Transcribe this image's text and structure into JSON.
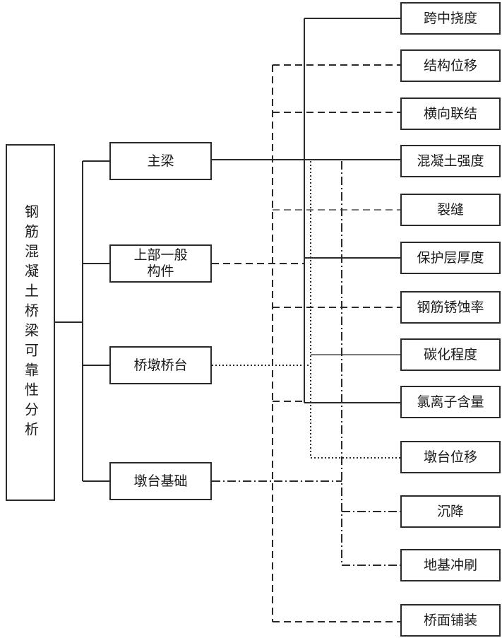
{
  "root": "钢筋混凝土桥梁可靠性分析",
  "components": [
    {
      "label": "主梁"
    },
    {
      "label": "上部一般\n构件"
    },
    {
      "label": "桥墩桥台"
    },
    {
      "label": "墩台基础"
    }
  ],
  "indicators": [
    {
      "label": "跨中挠度"
    },
    {
      "label": "结构位移"
    },
    {
      "label": "横向联结"
    },
    {
      "label": "混凝土强度"
    },
    {
      "label": "裂缝"
    },
    {
      "label": "保护层厚度"
    },
    {
      "label": "钢筋锈蚀率"
    },
    {
      "label": "碳化程度"
    },
    {
      "label": "氯离子含量"
    },
    {
      "label": "墩台位移"
    },
    {
      "label": "沉降"
    },
    {
      "label": "地基冲刷"
    },
    {
      "label": "桥面铺装"
    }
  ],
  "link_styles": {
    "主梁": "solid",
    "上部一般构件": "dashed",
    "桥墩桥台": "dotted",
    "墩台基础": "dash-dot"
  },
  "colors": {
    "line": "#2a2a2a",
    "box_border": "#2a2a2a",
    "background": "#ffffff"
  }
}
